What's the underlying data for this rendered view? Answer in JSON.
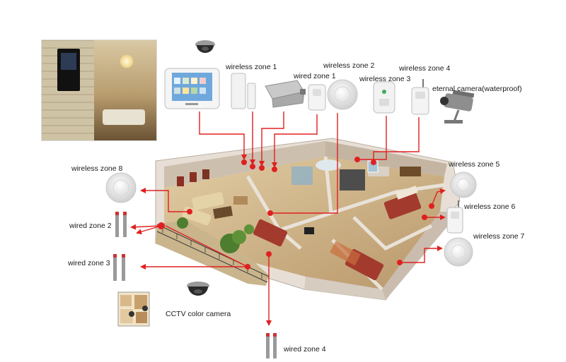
{
  "labels": {
    "wireless_zone_1": "wireless zone 1",
    "wireless_zone_2": "wireless zone 2",
    "wireless_zone_3": "wireless zone 3",
    "wireless_zone_4": "wireless zone 4",
    "wireless_zone_5": "wireless zone 5",
    "wireless_zone_6": "wireless zone 6",
    "wireless_zone_7": "wireless zone 7",
    "wireless_zone_8": "wireless zone 8",
    "wired_zone_1": "wired zone 1",
    "wired_zone_2": "wired zone 2",
    "wired_zone_3": "wired zone 3",
    "wired_zone_4": "wired zone 4",
    "eternal_camera": "eternal camera(waterproof)",
    "cctv_camera": "CCTV color camera"
  },
  "colors": {
    "arrow": "#e02020",
    "wall": "#d8cfc4",
    "floor": "#cdb48a",
    "sofa": "#e4d3a6",
    "bed": "#a33a2e",
    "device_white": "#f2f2f2",
    "device_gray": "#9a9a9a"
  },
  "icons": {
    "dome_camera": "dome-camera-icon",
    "control_panel": "control-panel-icon",
    "door_contact": "door-contact-sensor-icon",
    "electric_lock": "electric-lock-icon",
    "pir_sensor": "pir-sensor-icon",
    "smoke_detector": "smoke-detector-icon",
    "gas_detector": "gas-detector-icon",
    "beam_detector": "infrared-beam-detector-icon",
    "outdoor_camera": "outdoor-camera-icon"
  }
}
